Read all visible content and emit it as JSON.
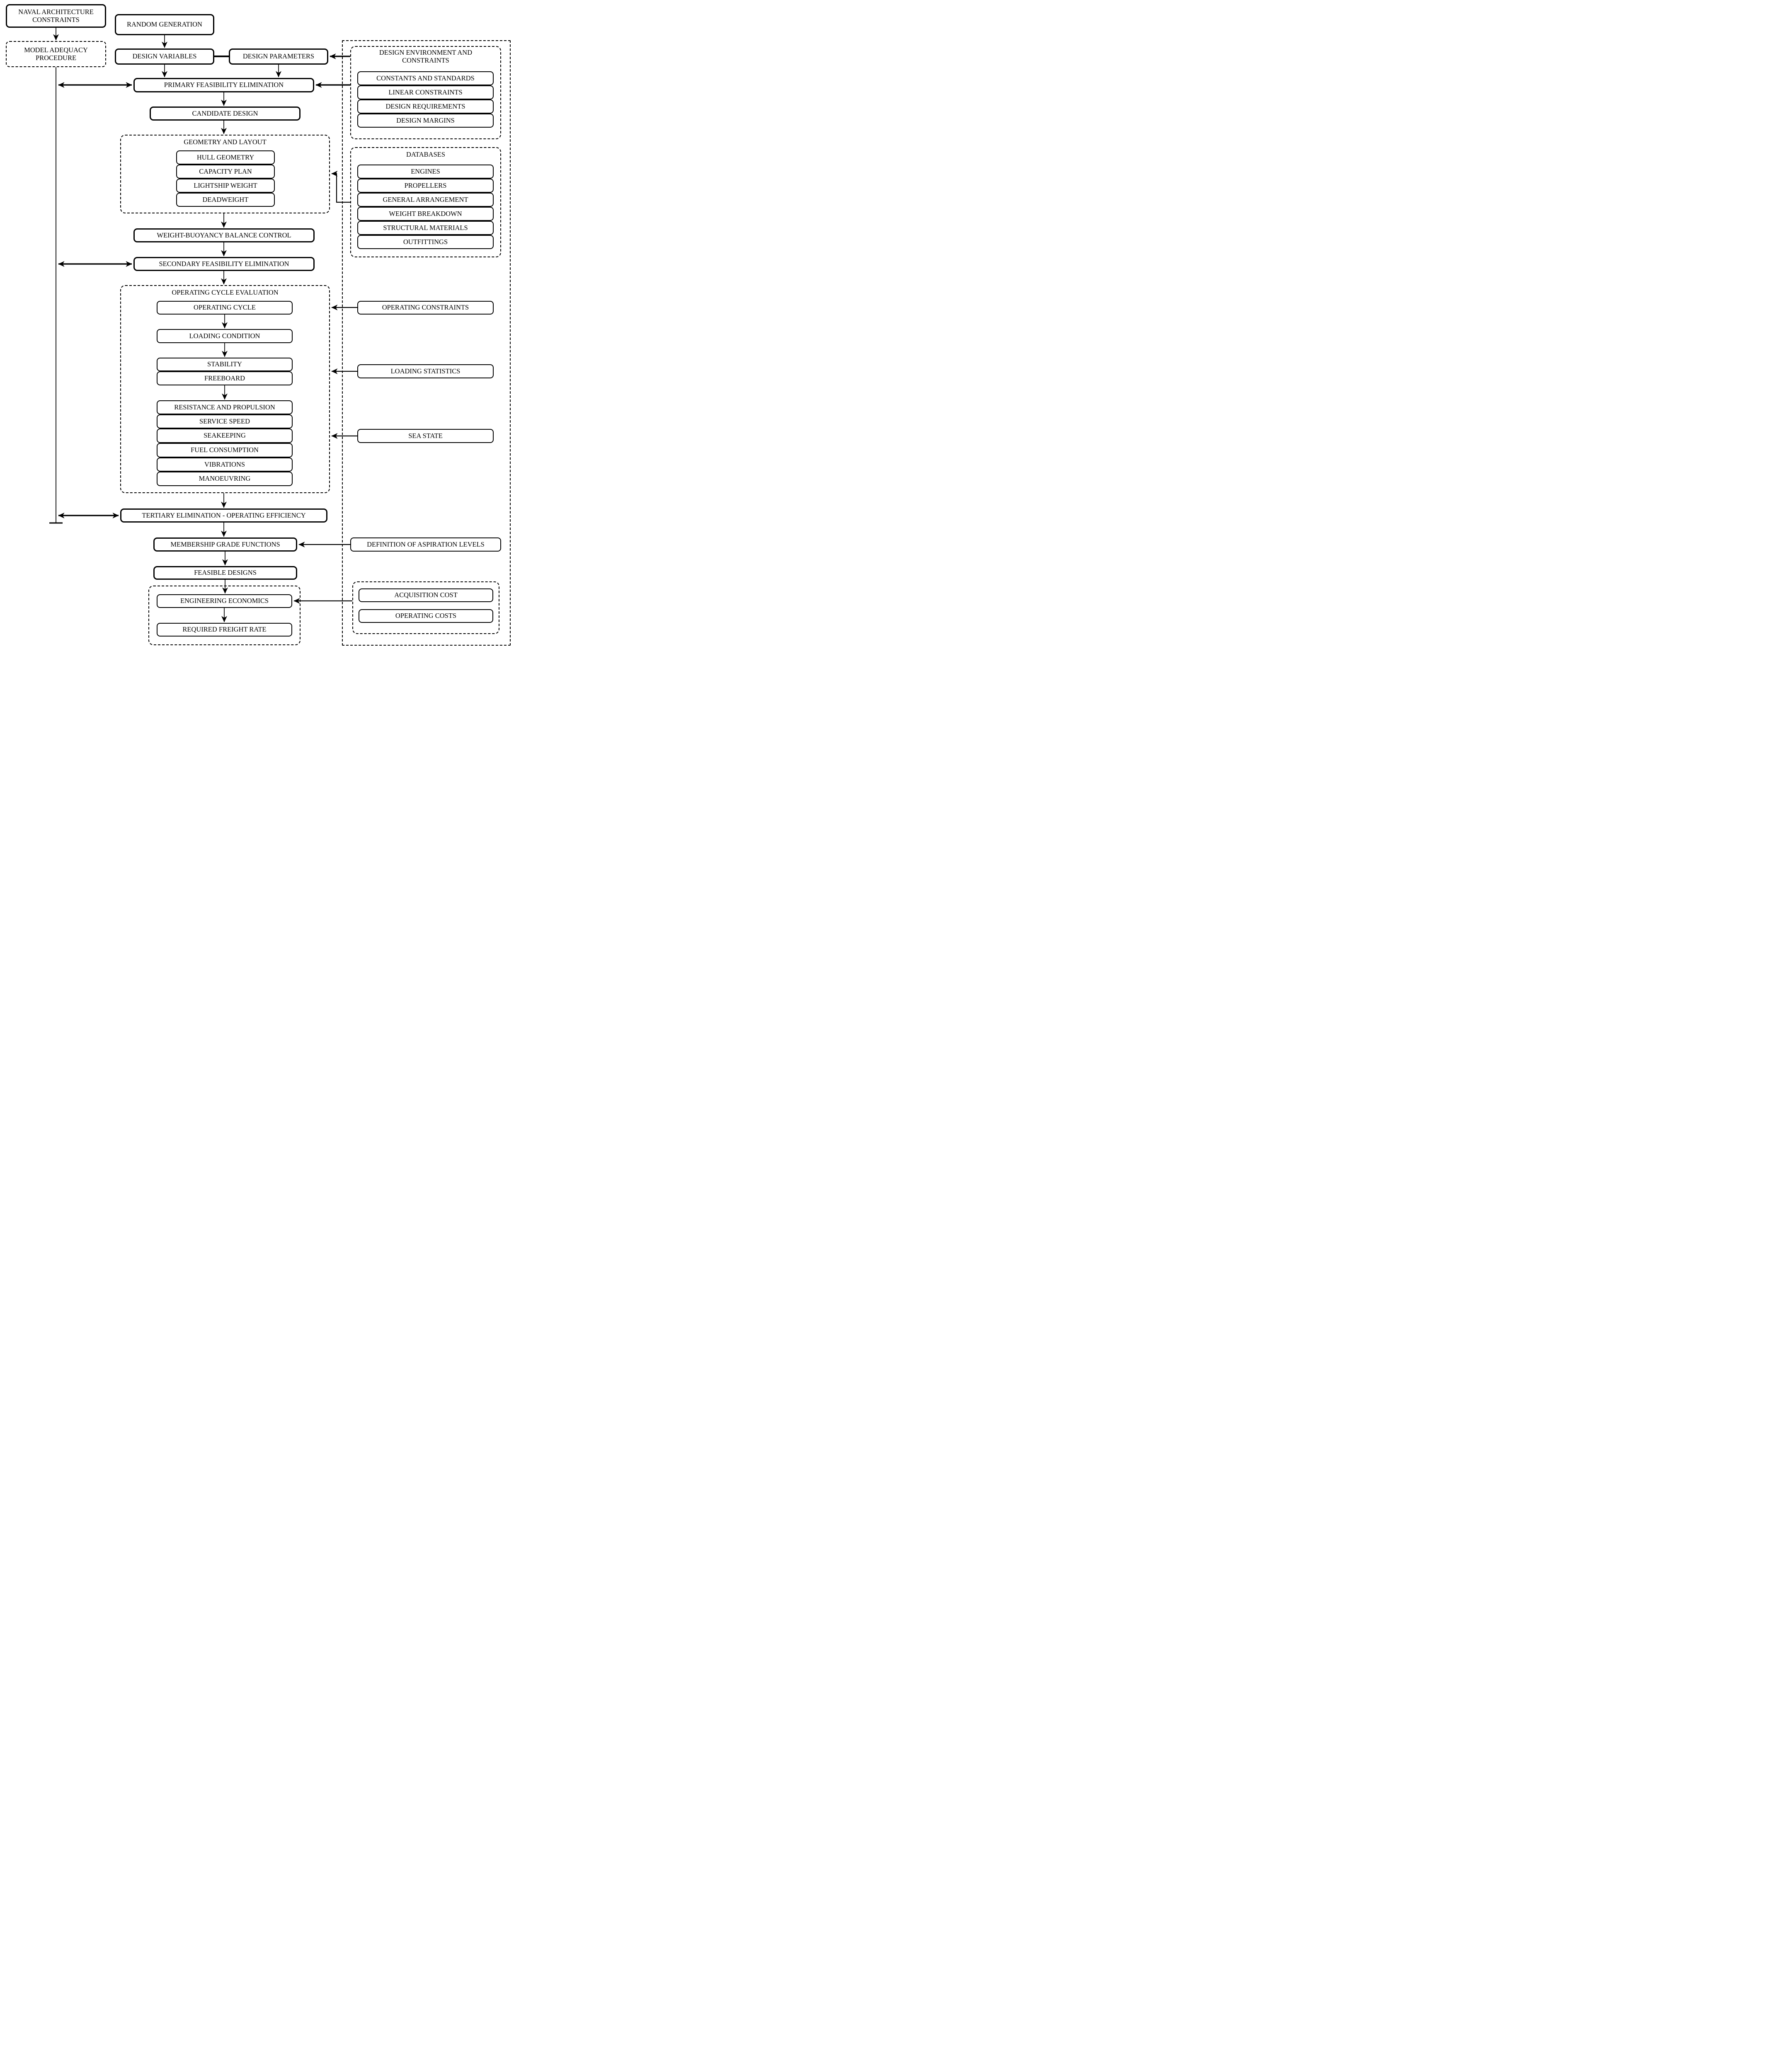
{
  "page": {
    "background": "#ffffff",
    "line_color": "#000000",
    "box_fill": "#ffffff"
  },
  "left_column": {
    "naval_architecture_constraints": "NAVAL ARCHITECTURE CONSTRAINTS",
    "model_adequacy_procedure": "MODEL ADEQUACY PROCEDURE"
  },
  "main_flow": {
    "random_generation": "RANDOM GENERATION",
    "design_variables": "DESIGN VARIABLES",
    "design_parameters": "DESIGN PARAMETERS",
    "primary_feasibility_elimination": "PRIMARY FEASIBILITY ELIMINATION",
    "candidate_design": "CANDIDATE DESIGN",
    "weight_buoyancy_balance_control": "WEIGHT-BUOYANCY BALANCE CONTROL",
    "secondary_feasibility_elimination": "SECONDARY FEASIBILITY ELIMINATION",
    "tertiary_elimination_operating_efficiency": "TERTIARY ELIMINATION - OPERATING EFFICIENCY",
    "membership_grade_functions": "MEMBERSHIP GRADE FUNCTIONS",
    "feasible_designs": "FEASIBLE DESIGNS"
  },
  "geometry_and_layout": {
    "title": "GEOMETRY AND LAYOUT",
    "items": {
      "hull_geometry": "HULL GEOMETRY",
      "capacity_plan": "CAPACITY PLAN",
      "lightship_weight": "LIGHTSHIP WEIGHT",
      "deadweight": "DEADWEIGHT"
    }
  },
  "operating_cycle_evaluation": {
    "title": "OPERATING CYCLE EVALUATION",
    "items": {
      "operating_cycle": "OPERATING CYCLE",
      "loading_condition": "LOADING CONDITION",
      "stability": "STABILITY",
      "freeboard": "FREEBOARD",
      "resistance_and_propulsion": "RESISTANCE AND PROPULSION",
      "service_speed": "SERVICE SPEED",
      "seakeeping": "SEAKEEPING",
      "fuel_consumption": "FUEL CONSUMPTION",
      "vibrations": "VIBRATIONS",
      "manoeuvring": "MANOEUVRING"
    }
  },
  "design_environment_and_constraints": {
    "title": "DESIGN ENVIRONMENT AND CONSTRAINTS",
    "items": {
      "constants_and_standards": "CONSTANTS AND STANDARDS",
      "linear_constraints": "LINEAR CONSTRAINTS",
      "design_requirements": "DESIGN REQUIREMENTS",
      "design_margins": "DESIGN MARGINS"
    }
  },
  "databases": {
    "title": "DATABASES",
    "items": {
      "engines": "ENGINES",
      "propellers": "PROPELLERS",
      "general_arrangement": "GENERAL ARRANGEMENT",
      "weight_breakdown": "WEIGHT BREAKDOWN",
      "structural_materials": "STRUCTURAL MATERIALS",
      "outfittings": "OUTFITTINGS"
    }
  },
  "right_inputs": {
    "operating_constraints": "OPERATING CONSTRAINTS",
    "loading_statistics": "LOADING STATISTICS",
    "sea_state": "SEA STATE",
    "definition_of_aspiration_levels": "DEFINITION OF ASPIRATION LEVELS"
  },
  "economics": {
    "engineering_economics": "ENGINEERING ECONOMICS",
    "required_freight_rate": "REQUIRED FREIGHT RATE",
    "acquisition_cost": "ACQUISITION COST",
    "operating_costs": "OPERATING COSTS"
  }
}
